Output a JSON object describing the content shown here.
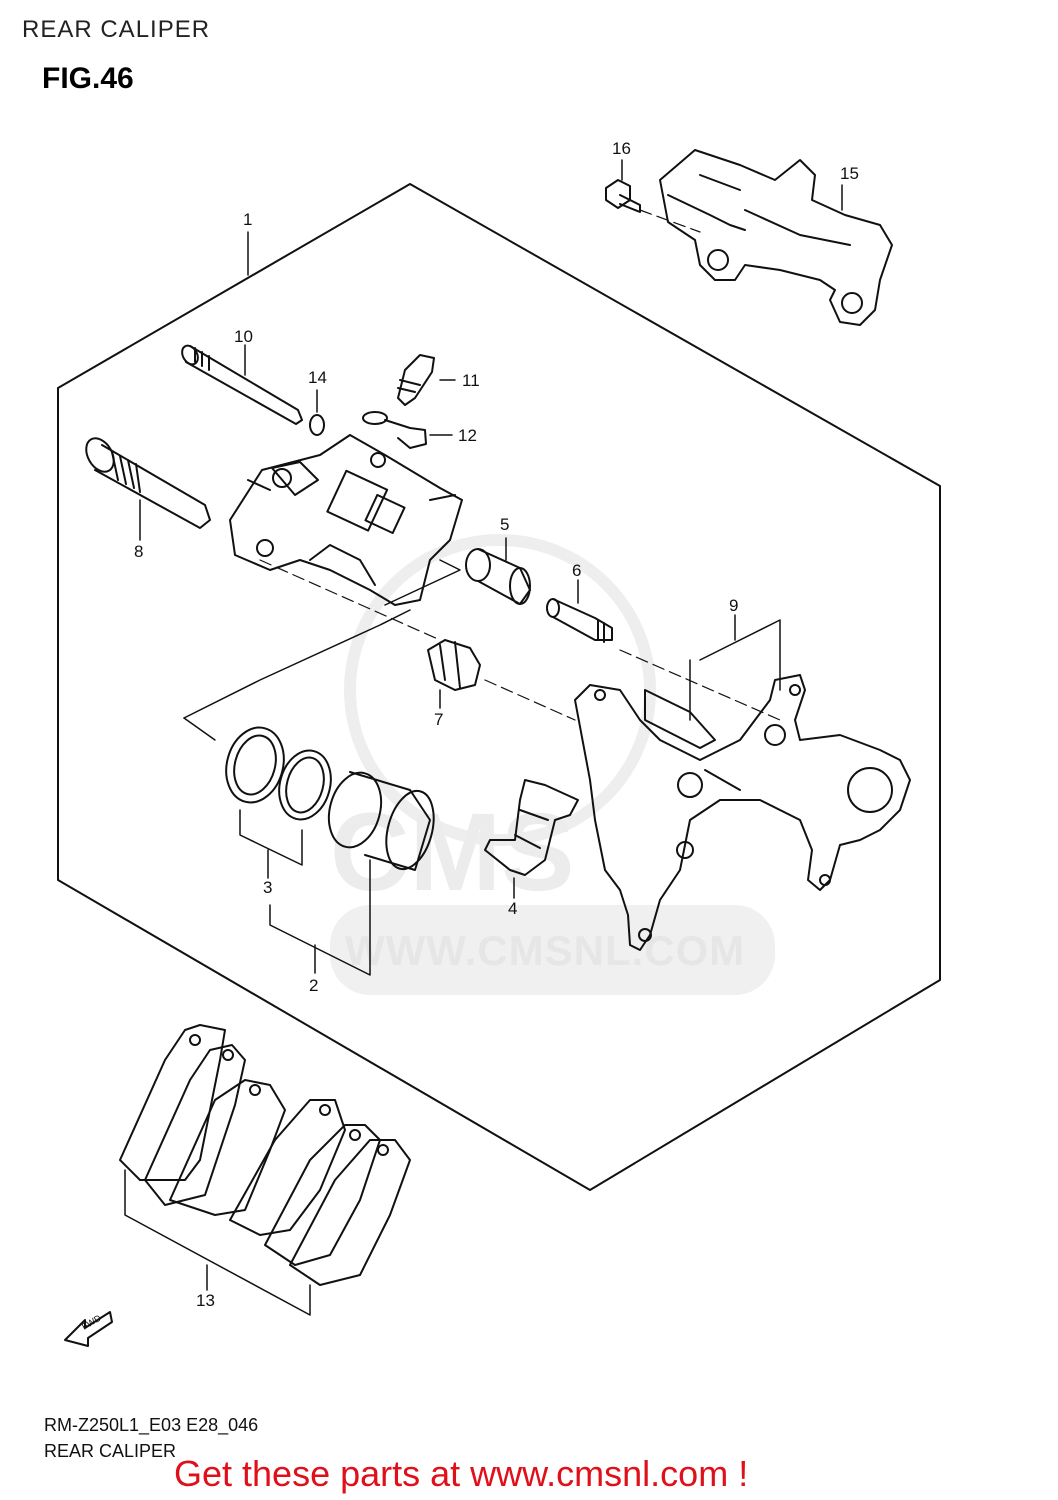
{
  "header": {
    "top_title": "REAR CALIPER",
    "figure_label": "FIG.46"
  },
  "watermark": {
    "url_text": "WWW.CMSNL.COM",
    "logo_text": "CMS"
  },
  "callouts": [
    "1",
    "2",
    "3",
    "4",
    "5",
    "6",
    "7",
    "8",
    "9",
    "10",
    "11",
    "12",
    "13",
    "14",
    "15",
    "16"
  ],
  "direction_marker": "FWD",
  "footer": {
    "model_code": "RM-Z250L1_E03 E28_046",
    "diagram_name": "REAR CALIPER"
  },
  "promo": {
    "text": "Get these parts at www.cmsnl.com !",
    "color": "#e0101a"
  }
}
